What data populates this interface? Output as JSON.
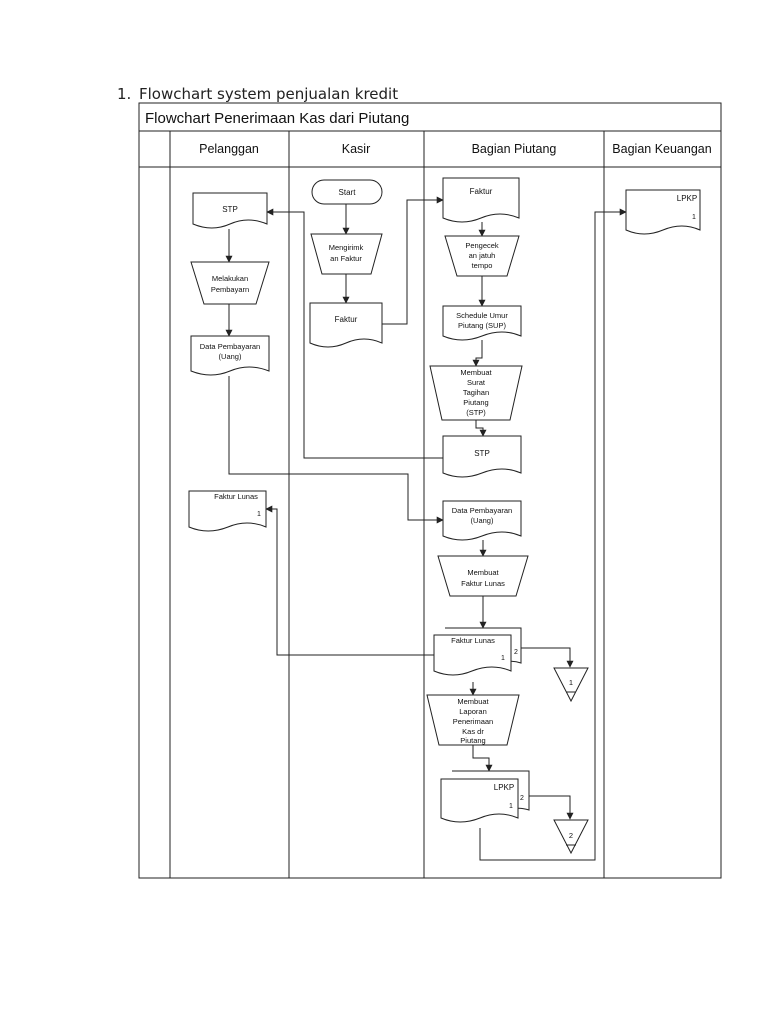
{
  "document": {
    "item_number": "1.",
    "item_title": "Flowchart system penjualan kredit"
  },
  "flowchart": {
    "title": "Flowchart Penerimaan Kas dari Piutang",
    "lanes": [
      "Pelanggan",
      "Kasir",
      "Bagian Piutang",
      "Bagian Keuangan"
    ],
    "pelanggan": {
      "stp": "STP",
      "melakukan_pembayaran": [
        "Melakukan",
        "Pembayarn"
      ],
      "data_pembayaran": [
        "Data Pembayaran",
        "(Uang)"
      ],
      "faktur_lunas": "Faktur Lunas",
      "faktur_lunas_copy": "1"
    },
    "kasir": {
      "start": "Start",
      "mengirim_faktur": [
        "Mengirimk",
        "an Faktur"
      ],
      "faktur": "Faktur"
    },
    "bagian_piutang": {
      "faktur": "Faktur",
      "pengecekan": [
        "Pengecek",
        "an jatuh",
        "tempo"
      ],
      "schedule": [
        "Schedule Umur",
        "Piutang (SUP)"
      ],
      "membuat_stp": [
        "Membuat",
        "Surat",
        "Tagihan",
        "Piutang",
        "(STP)"
      ],
      "stp": "STP",
      "data_pembayaran": [
        "Data Pembayaran",
        "(Uang)"
      ],
      "membuat_faktur_lunas": [
        "Membuat",
        "Faktur Lunas"
      ],
      "faktur_lunas": "Faktur Lunas",
      "faktur_lunas_copies": [
        "1",
        "2"
      ],
      "archive_1": "1",
      "membuat_laporan": [
        "Membuat",
        "Laporan",
        "Penerimaan",
        "Kas dr",
        "Piutang"
      ],
      "lpkp": "LPKP",
      "lpkp_copies": [
        "1",
        "2"
      ],
      "archive_2": "2"
    },
    "bagian_keuangan": {
      "lpkp": "LPKP",
      "lpkp_copy": "1"
    }
  }
}
